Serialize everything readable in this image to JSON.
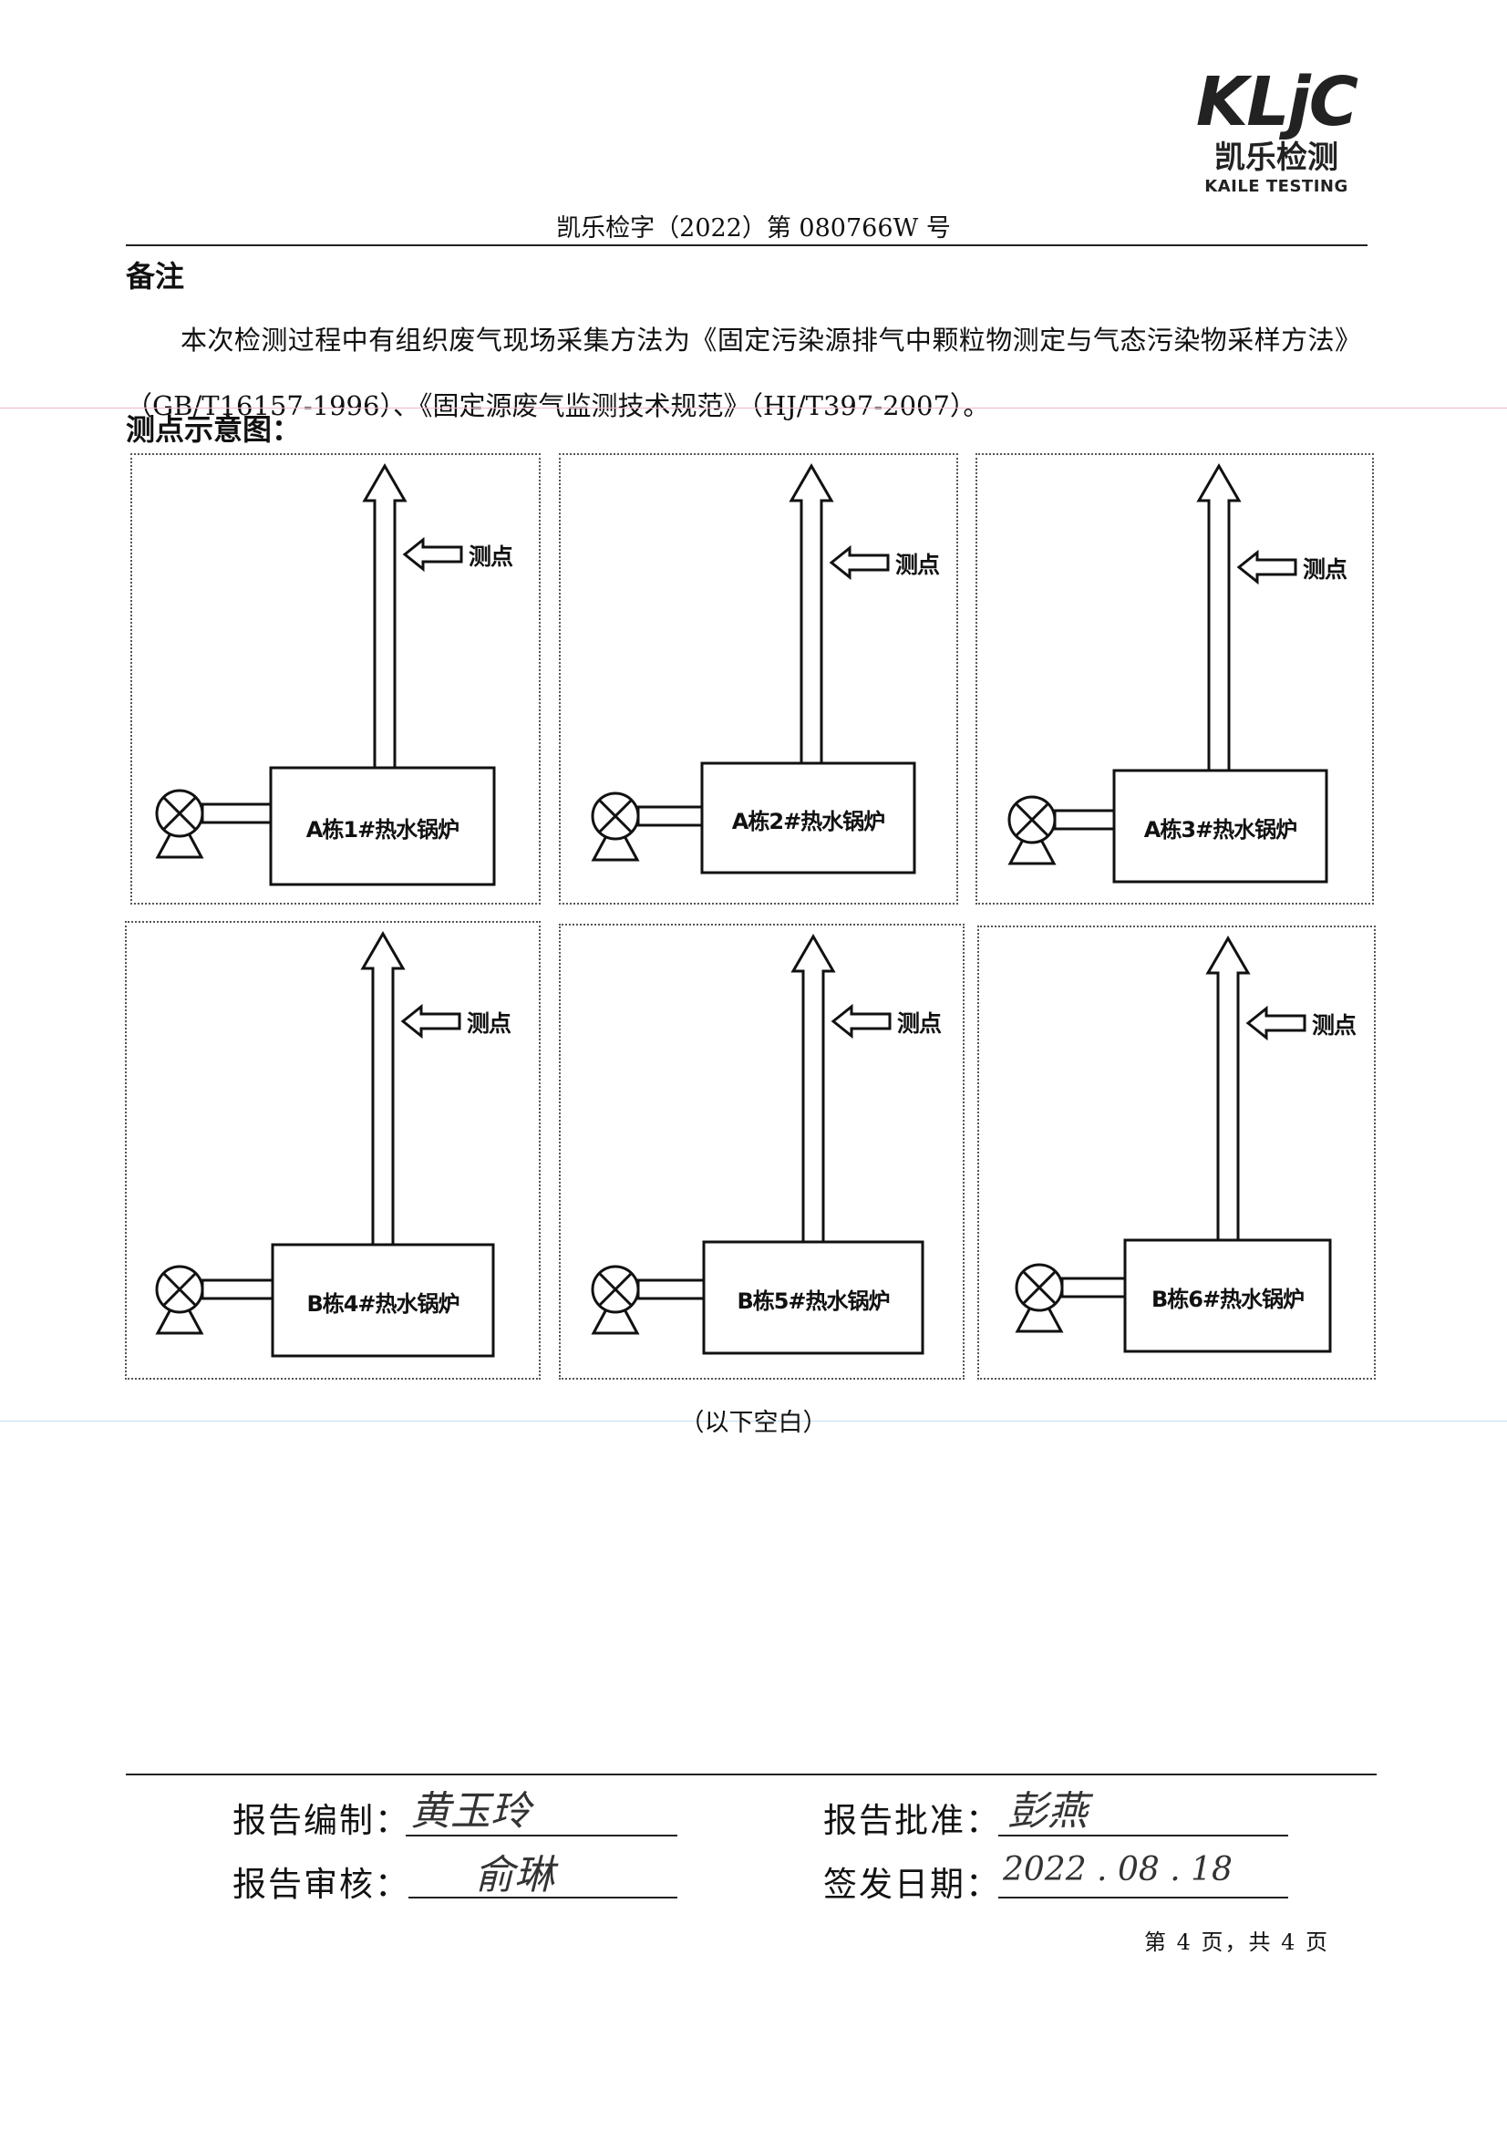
{
  "header": {
    "logo_mark": "KLjC",
    "logo_cn": "凯乐检测",
    "logo_en": "KAILE TESTING",
    "report_no": "凯乐检字（2022）第 080766W 号"
  },
  "remarks": {
    "title": "备注",
    "text_part1": "本次检测过程中有组织废气现场采集方法为《固定污染源排气中颗粒物测定与气态污染物采样方法》（GB/T16157-1996）、《固定源废气监测技术规范》（HJ/T397-2007）。"
  },
  "diagram": {
    "title": "测点示意图：",
    "measure_label": "测点",
    "boilers": [
      "A栋1#热水锅炉",
      "A栋2#热水锅炉",
      "A栋3#热水锅炉",
      "B栋4#热水锅炉",
      "B栋5#热水锅炉",
      "B栋6#热水锅炉"
    ]
  },
  "blank_note": "（以下空白）",
  "signatures": {
    "compile_label": "报告编制：",
    "compile_sig": "黄玉玲",
    "review_label": "报告审核：",
    "review_sig": "俞琳",
    "approve_label": "报告批准：",
    "approve_sig": "彭燕",
    "date_label": "签发日期：",
    "date_value": "2022 . 08 . 18"
  },
  "page_no": "第 4 页，共 4 页"
}
